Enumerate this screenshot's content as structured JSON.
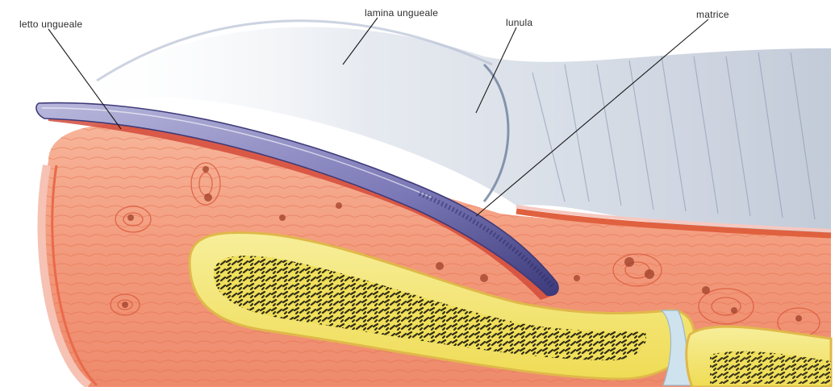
{
  "labels": {
    "letto": "letto ungueale",
    "lamina": "lamina ungueale",
    "lunula": "lunula",
    "matrice": "matrice"
  },
  "colors": {
    "skin": "#f39a7c",
    "skin_dark": "#e0613f",
    "bone": "#f2e36a",
    "bone_marrow": "#2a2514",
    "nail_plate": "#6a68a8",
    "nail_outline": "#3e3a78",
    "cuticle_shadow": "#7f90ac",
    "leader_line": "#1a1a1a"
  }
}
